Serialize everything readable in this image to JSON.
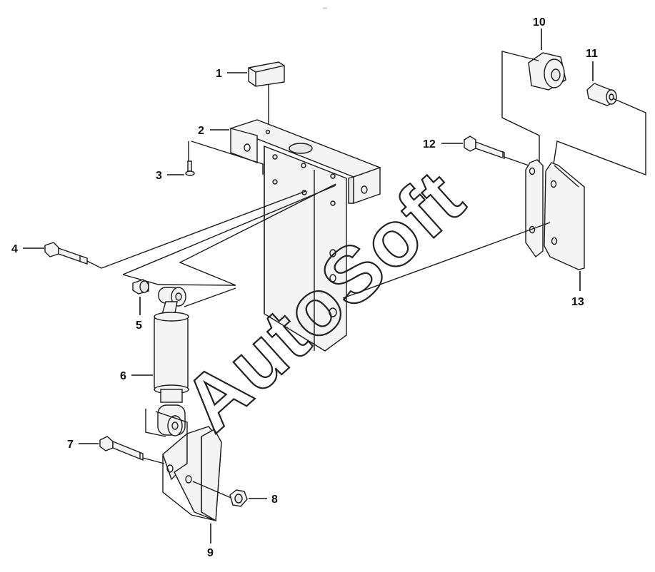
{
  "drawing": {
    "code": "₀₀₀",
    "watermark": "AutoSoft"
  },
  "callouts": [
    "1",
    "2",
    "3",
    "4",
    "5",
    "6",
    "7",
    "8",
    "9",
    "10",
    "11",
    "12",
    "13"
  ]
}
